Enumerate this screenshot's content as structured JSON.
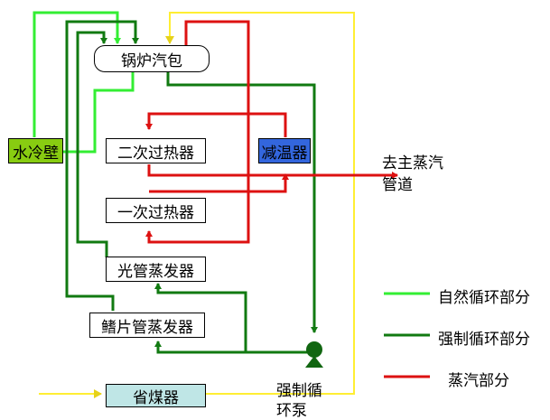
{
  "components": {
    "drum": "锅炉汽包",
    "water_wall": "水冷壁",
    "secondary_superheater": "二次过热器",
    "attemperator": "减温器",
    "primary_superheater": "一次过热器",
    "bare_tube_evaporator": "光管蒸发器",
    "finned_tube_evaporator": "鳍片管蒸发器",
    "economizer": "省煤器",
    "pump_line1": "强制循",
    "pump_line2": "环泵"
  },
  "outlet": {
    "line1": "去主蒸汽",
    "line2": "管道"
  },
  "legend": [
    {
      "label": "自然循环部分",
      "color": "#33ee33"
    },
    {
      "label": "强制循环部分",
      "color": "#117a11"
    },
    {
      "label": "蒸汽部分",
      "color": "#dd1111"
    }
  ],
  "colors": {
    "feedwater": "#ffee33",
    "water_wall_fill": "#88cc11",
    "attemperator_fill": "#3366dd",
    "economizer_fill": "#bfe6e6",
    "pump": "#116611"
  }
}
